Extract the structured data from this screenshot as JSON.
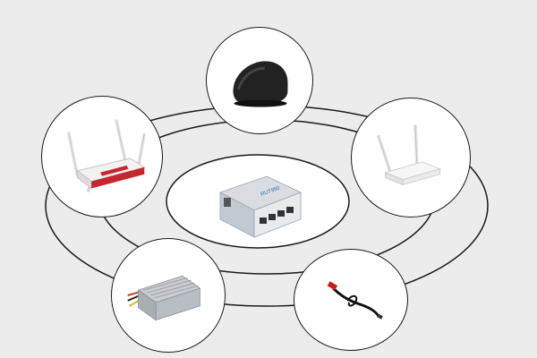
{
  "diagram": {
    "center": {
      "icon": "industrial-router-icon",
      "brand_label": "RUT950"
    },
    "satellites": [
      {
        "id": "antenna",
        "icon": "roof-antenna-icon"
      },
      {
        "id": "router-left",
        "icon": "wifi-router-dual-antenna-icon"
      },
      {
        "id": "router-right",
        "icon": "wifi-access-point-icon"
      },
      {
        "id": "converter",
        "icon": "dc-dc-converter-icon"
      },
      {
        "id": "cable",
        "icon": "power-cable-icon"
      }
    ],
    "colors": {
      "background": "#ececec",
      "ring_stroke": "#1a1a1a",
      "node_fill": "#ffffff"
    }
  }
}
